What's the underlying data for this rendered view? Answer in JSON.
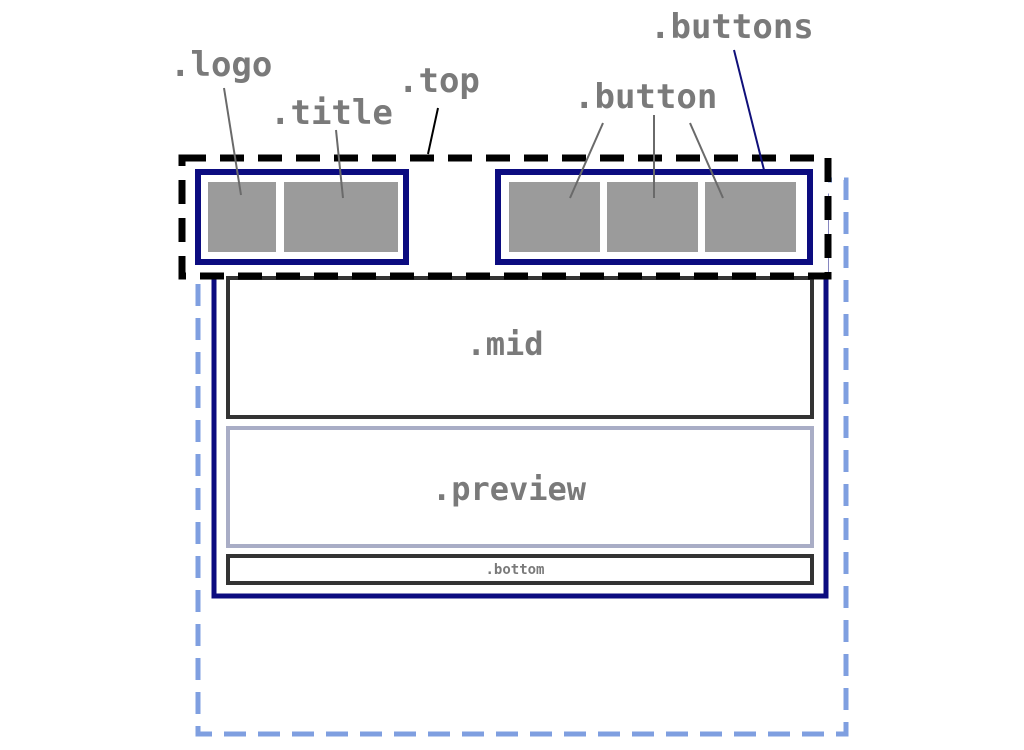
{
  "labels": {
    "logo": ".logo",
    "title": ".title",
    "top": ".top",
    "button": ".button",
    "buttons": ".buttons",
    "mid": ".mid",
    "preview": ".preview",
    "bottom": ".bottom"
  },
  "colors": {
    "outer_dashed": "#7f9fe0",
    "container": "#0c0c80",
    "top_dashed": "#000000",
    "block_fill": "#9b9b9b",
    "mid_border": "#333333",
    "preview_border": "#a9adc6",
    "label_text": "#7a7a7a"
  }
}
